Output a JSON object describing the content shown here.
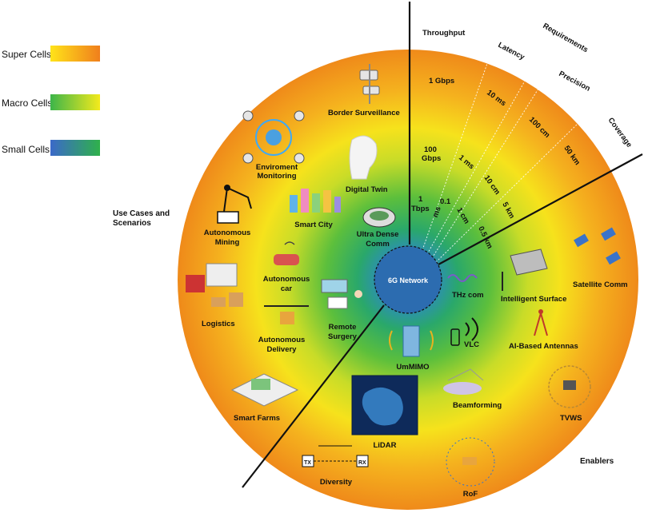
{
  "legend": [
    {
      "label": "Super Cells",
      "color_from": "#ffe31a",
      "color_to": "#f07f1c"
    },
    {
      "label": "Macro Cells",
      "color_from": "#3db54a",
      "color_to": "#f4ea1c"
    },
    {
      "label": "Small Cells",
      "color_from": "#3b69c9",
      "color_to": "#2fb14b"
    }
  ],
  "sections": {
    "use_cases": "Use Cases and Scenarios",
    "enablers": "Enablers"
  },
  "center": "6G Network",
  "kpi_headers": {
    "throughput": "Throughput",
    "latency": "Latency",
    "requirements": "Requirements",
    "precision": "Precision",
    "coverage": "Coverage"
  },
  "kpi_values": {
    "throughput": [
      "1 Gbps",
      "100 Gbps",
      "1 Tbps"
    ],
    "latency": [
      "10 ms",
      "1 ms",
      "0.1 ms"
    ],
    "precision": [
      "100 cm",
      "10 cm",
      "1 cm"
    ],
    "coverage": [
      "50 km",
      "5 km",
      "0.5 km"
    ]
  },
  "use_cases": {
    "border": "Border Surveillance",
    "environment": "Enviroment Monitoring",
    "digital_twin": "Digital Twin",
    "smart_city": "Smart City",
    "ultra_dense": "Ultra Dense Comm",
    "mining": "Autonomous Mining",
    "auto_car": "Autonomous car",
    "logistics": "Logistics",
    "remote_surgery": "Remote Surgery",
    "delivery": "Autonomous Delivery",
    "smart_farms": "Smart Farms"
  },
  "enablers": {
    "thz": "THz com",
    "intelligent_surface": "Intelligent Surface",
    "satellite": "Satellite Comm",
    "vlc": "VLC",
    "ai_antennas": "AI-Based Antennas",
    "ummimo": "UmMIMO",
    "beamforming": "Beamforming",
    "tvws": "TVWS",
    "lidar": "LiDAR",
    "diversity": "Diversity",
    "tx": "TX",
    "rx": "RX",
    "rof": "RoF"
  }
}
